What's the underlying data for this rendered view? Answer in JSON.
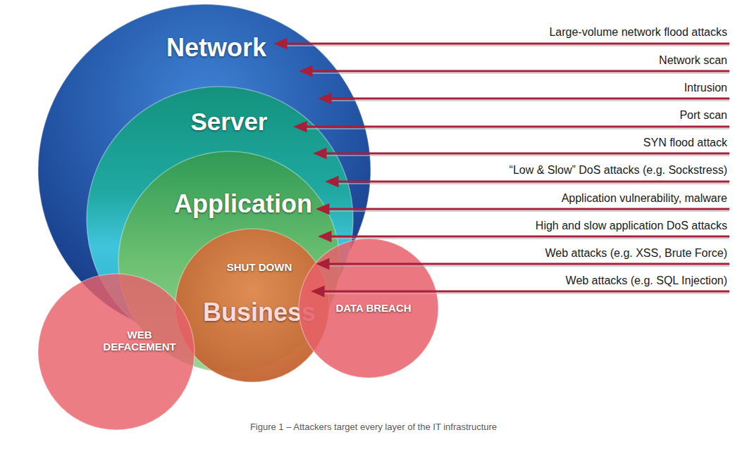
{
  "diagram": {
    "caption": "Figure 1 – Attackers target every layer of the IT infrastructure",
    "nodes": [
      {
        "text": [
          "Network"
        ]
      },
      {
        "text": [
          "Server"
        ],
        "in": 0
      },
      {
        "text": [
          "Application"
        ],
        "in": 1
      },
      {
        "text": [
          "SHUT DOWN",
          "Business"
        ]
      },
      {
        "text": [
          "WEB DEFACEMENT"
        ]
      },
      {
        "text": [
          "DATA BREACH"
        ]
      }
    ],
    "labels": [
      "Large-volume network flood attacks",
      "Network scan",
      "Intrusion",
      "Port scan",
      "SYN flood attack",
      "“Low & Slow” DoS attacks (e.g. Sockstress)",
      "Application vulnerability, malware",
      "High and slow application DoS attacks",
      "Web attacks (e.g. XSS, Brute Force)",
      "Web attacks (e.g. SQL Injection)"
    ]
  }
}
